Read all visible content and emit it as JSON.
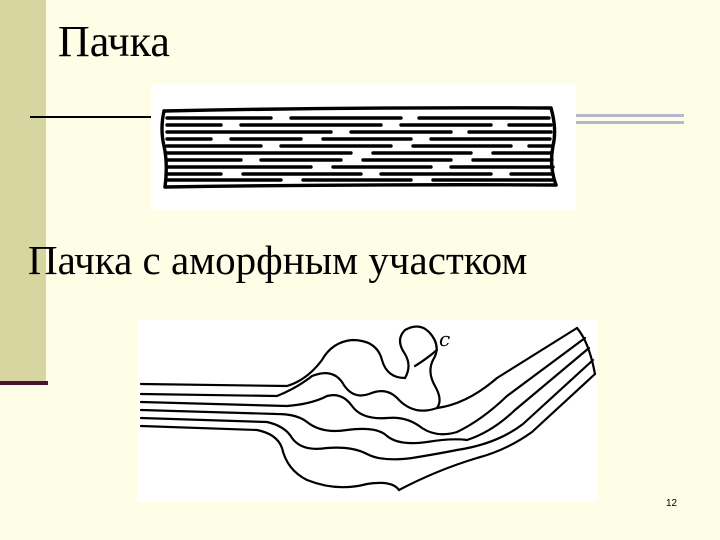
{
  "slide": {
    "title": "Пачка",
    "subtitle": "Пачка с аморфным участком",
    "page_number": "12",
    "figure_label": "c"
  },
  "colors": {
    "background": "#fefee6",
    "sidebar": "#d8d6a0",
    "sidebar_rule": "#4a1535",
    "accent_lines": "#b5b6cf"
  }
}
